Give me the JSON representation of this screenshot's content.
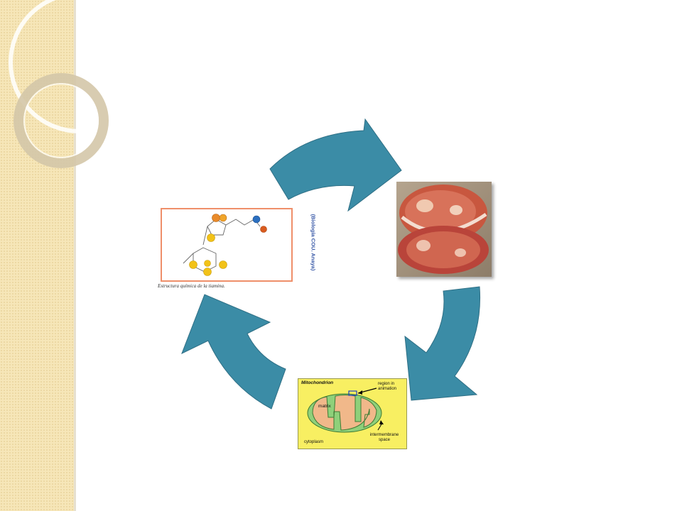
{
  "molecule": {
    "caption": "Estructura química de la tiamina.",
    "credit": "(Biología COU. Anaya)"
  },
  "mitochondrion": {
    "title": "Mitochondrion",
    "region_label": "region in animation",
    "matrix_label": "matrix",
    "intermembrane_label": "intermembrane space",
    "cytoplasm_label": "cytoplasm"
  },
  "colors": {
    "arrow": "#3b8ca6",
    "sidebar": "#f6e6b8"
  }
}
